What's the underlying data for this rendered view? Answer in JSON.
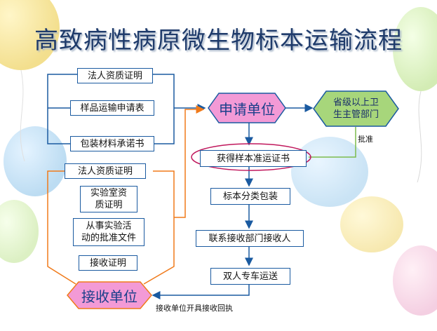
{
  "title": "高致病性病原微生物标本运输流程",
  "top_docs": [
    "法人资质证明",
    "样品运输申请表",
    "包装材料承诺书"
  ],
  "bottom_docs": [
    "法人资质证明",
    "实验室资\n质证明",
    "从事实验活\n动的批准文件",
    "接收证明"
  ],
  "applicant": "申请单位",
  "authority": "省级以上卫\n生主管部门",
  "approve_label": "批准",
  "certificate": "获得样本准运证书",
  "steps": [
    "标本分类包装",
    "联系接收部门接收人",
    "双人专车运送"
  ],
  "receiver": "接收单位",
  "receipt_label": "接收单位开具接收回执",
  "colors": {
    "hex_fill": "#f39ad6",
    "authority_fill": "#a7d67b",
    "box_border": "#1a5aa0",
    "orange": "#f07a1a",
    "green_line": "#7dbb4d",
    "highlight": "#c0175c"
  }
}
